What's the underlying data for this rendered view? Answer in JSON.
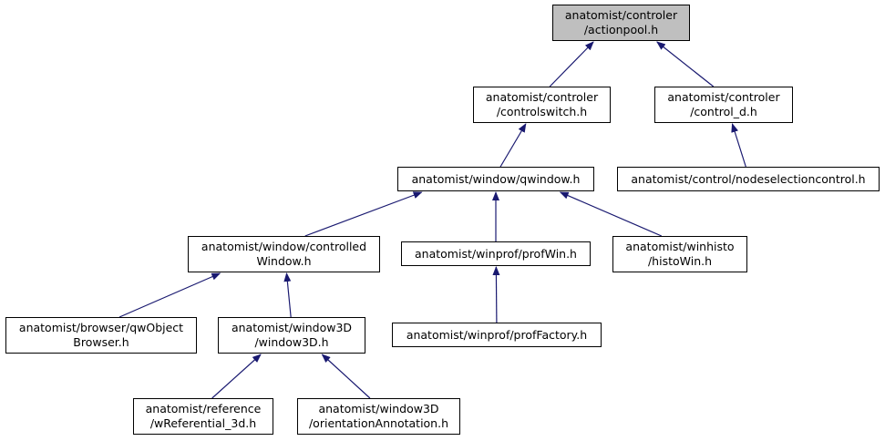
{
  "colors": {
    "edge": "#191970",
    "root_fill": "#bfbfbf",
    "node_fill": "#ffffff",
    "border": "#000000"
  },
  "nodes": [
    {
      "id": "actionpool",
      "lines": [
        "anatomist/controler",
        "/actionpool.h"
      ]
    },
    {
      "id": "controlswitch",
      "lines": [
        "anatomist/controler",
        "/controlswitch.h"
      ]
    },
    {
      "id": "control_d",
      "lines": [
        "anatomist/controler",
        "/control_d.h"
      ]
    },
    {
      "id": "nodeselectioncontrol",
      "lines": [
        "anatomist/control/nodeselectioncontrol.h"
      ]
    },
    {
      "id": "qwindow",
      "lines": [
        "anatomist/window/qwindow.h"
      ]
    },
    {
      "id": "controlledWindow",
      "lines": [
        "anatomist/window/controlled",
        "Window.h"
      ]
    },
    {
      "id": "profWin",
      "lines": [
        "anatomist/winprof/profWin.h"
      ]
    },
    {
      "id": "histoWin",
      "lines": [
        "anatomist/winhisto",
        "/histoWin.h"
      ]
    },
    {
      "id": "qwObjectBrowser",
      "lines": [
        "anatomist/browser/qwObject",
        "Browser.h"
      ]
    },
    {
      "id": "window3D",
      "lines": [
        "anatomist/window3D",
        "/window3D.h"
      ]
    },
    {
      "id": "profFactory",
      "lines": [
        "anatomist/winprof/profFactory.h"
      ]
    },
    {
      "id": "wReferential_3d",
      "lines": [
        "anatomist/reference",
        "/wReferential_3d.h"
      ]
    },
    {
      "id": "orientationAnnotation",
      "lines": [
        "anatomist/window3D",
        "/orientationAnnotation.h"
      ]
    }
  ],
  "edges": [
    {
      "from": "controlswitch",
      "to": "actionpool"
    },
    {
      "from": "control_d",
      "to": "actionpool"
    },
    {
      "from": "nodeselectioncontrol",
      "to": "control_d"
    },
    {
      "from": "qwindow",
      "to": "controlswitch"
    },
    {
      "from": "controlledWindow",
      "to": "qwindow"
    },
    {
      "from": "profWin",
      "to": "qwindow"
    },
    {
      "from": "histoWin",
      "to": "qwindow"
    },
    {
      "from": "qwObjectBrowser",
      "to": "controlledWindow"
    },
    {
      "from": "window3D",
      "to": "controlledWindow"
    },
    {
      "from": "profFactory",
      "to": "profWin"
    },
    {
      "from": "wReferential_3d",
      "to": "window3D"
    },
    {
      "from": "orientationAnnotation",
      "to": "window3D"
    }
  ]
}
